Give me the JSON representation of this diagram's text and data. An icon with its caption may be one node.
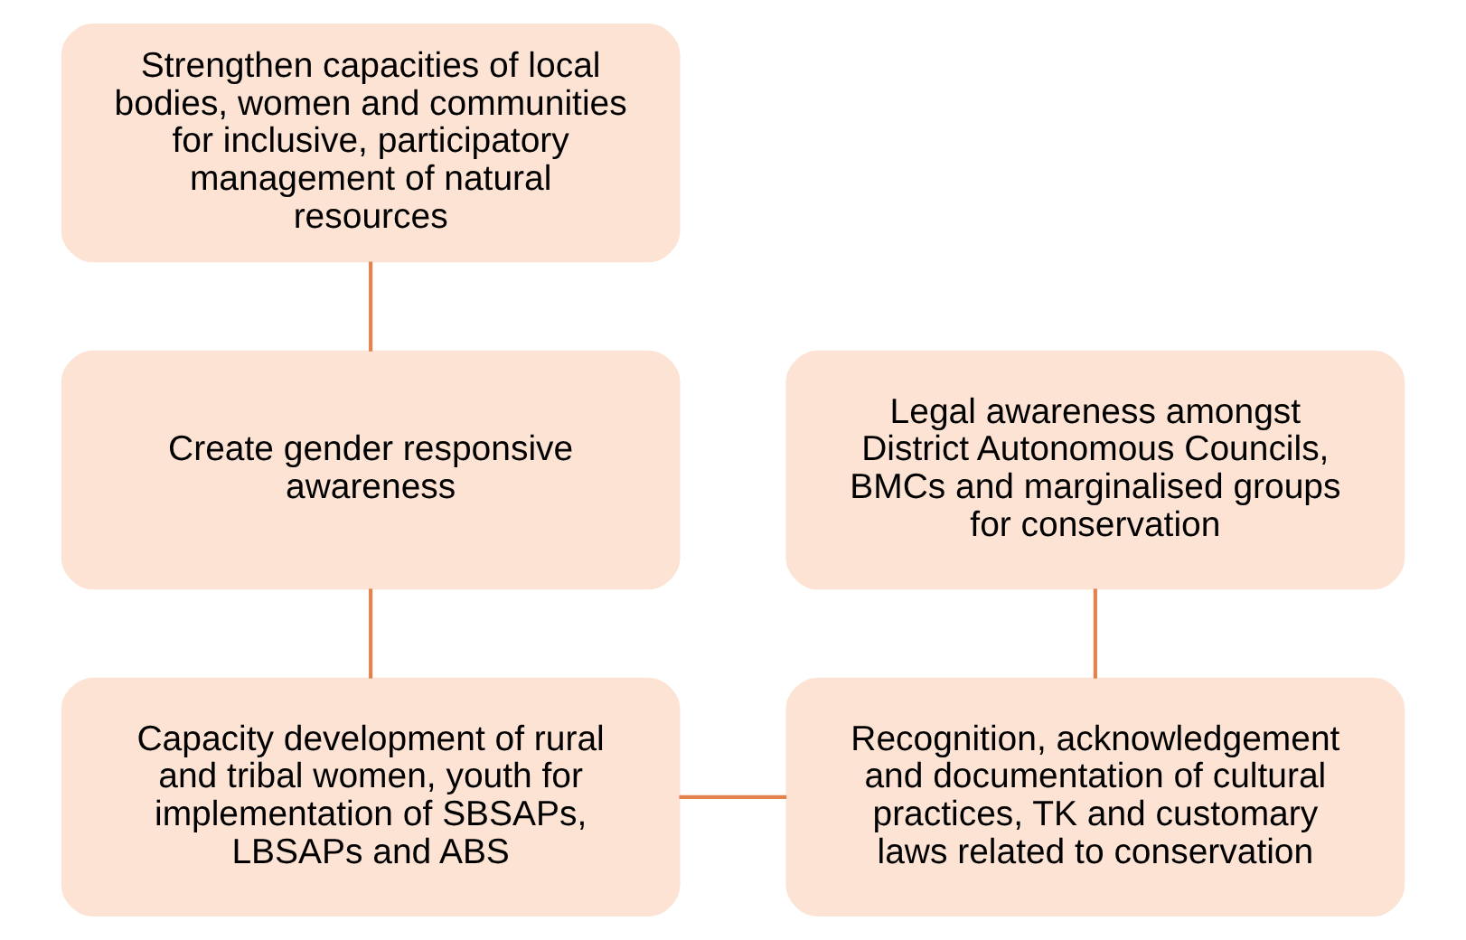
{
  "diagram": {
    "nodes": [
      {
        "text": [
          "Strengthen capacities of local bodies, women and communities for inclusive, participatory management of natural resources"
        ]
      },
      {
        "text": [
          "Create gender responsive awareness"
        ]
      },
      {
        "text": [
          "Legal awareness amongst District Autonomous Councils, BMCs and marginalised groups for conservation"
        ]
      },
      {
        "text": [
          "Capacity development of rural and tribal women, youth for implementation of SBSAPs, LBSAPs and ABS"
        ]
      },
      {
        "text": [
          "Recognition, acknowledgement and documentation of cultural practices, TK and customary laws related to conservation"
        ]
      }
    ],
    "edges": [
      {
        "from": 0,
        "to": 1,
        "arrow": "none"
      },
      {
        "from": 1,
        "to": 3,
        "arrow": "none"
      },
      {
        "from": 2,
        "to": 4,
        "arrow": "none"
      },
      {
        "from": 3,
        "to": 4,
        "arrow": "none"
      }
    ]
  }
}
